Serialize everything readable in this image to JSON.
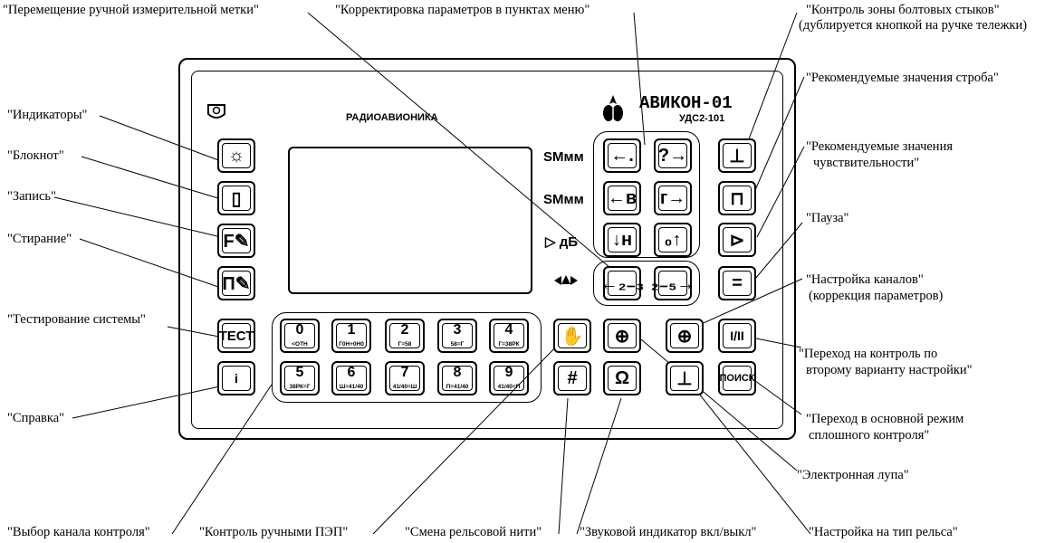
{
  "labels": {
    "marker": "\"Перемещение ручной измерительной метки\"",
    "menu_params": "\"Корректировка параметров в пунктах меню\"",
    "bolt_zone_1": "\"Контроль зоны болтовых стыков\"",
    "bolt_zone_2": "(дублируется кнопкой на ручке тележки)",
    "gate": "\"Рекомендуемые значения строба\"",
    "sens_1": "\"Рекомендуемые значения",
    "sens_2": "чувствительности\"",
    "pause": "\"Пауза\"",
    "channels_1": "\"Настройка каналов\"",
    "channels_2": "(коррекция параметров)",
    "second_variant_1": "\"Переход на контроль по",
    "second_variant_2": "второму варианту настройки\"",
    "main_mode_1": "\"Переход в основной режим",
    "main_mode_2": "сплошного контроля\"",
    "loupe": "\"Электронная лупа\"",
    "indicators": "\"Индикаторы\"",
    "notebook": "\"Блокнот\"",
    "record": "\"Запись\"",
    "erase": "\"Стирание\"",
    "system_test": "\"Тестирование системы\"",
    "help": "\"Справка\"",
    "channel_select": "\"Выбор канала контроля\"",
    "manual_pep": "\"Контроль ручными ПЭП\"",
    "rail_thread": "\"Смена рельсовой нити\"",
    "sound": "\"Звуковой индикатор вкл/выкл\"",
    "rail_type": "\"Настройка на тип рельса\""
  },
  "device": {
    "maker": "РАДИОАВИОНИКА",
    "model": "АВИКОН-01",
    "submodel": "УДС2-101"
  },
  "indicators": {
    "depth": "ЅМ",
    "depth_unit": "мм",
    "depth2": "ЅМ",
    "depth2_unit": "мм",
    "gain_unit": "дБ"
  },
  "keys": {
    "test": "ТЕСТ",
    "help": "i",
    "search": "ПОИСК",
    "variant": "I/II",
    "pause": "=",
    "arrow_left_dot": "←.",
    "arrow_right_q": "?→",
    "arrow_left_b": "←в",
    "arrow_right_g": "г→",
    "arrow_down_h": "↓н",
    "arrow_up_0": "₀↑",
    "arrow_left_23": "←₂₋₃",
    "arrow_right_25": "₂₋₅→"
  },
  "number_keys": [
    {
      "digit": "0",
      "sub": "<ОТН"
    },
    {
      "digit": "1",
      "sub": "Г0Н+0Н0"
    },
    {
      "digit": "2",
      "sub": "Г=58"
    },
    {
      "digit": "3",
      "sub": "58=Г"
    },
    {
      "digit": "4",
      "sub": "Г=38РК"
    },
    {
      "digit": "5",
      "sub": "38РК=Г"
    },
    {
      "digit": "6",
      "sub": "Ш=41/40"
    },
    {
      "digit": "7",
      "sub": "41/40=Ш"
    },
    {
      "digit": "8",
      "sub": "П=41/40"
    },
    {
      "digit": "9",
      "sub": "41/40=П"
    }
  ]
}
